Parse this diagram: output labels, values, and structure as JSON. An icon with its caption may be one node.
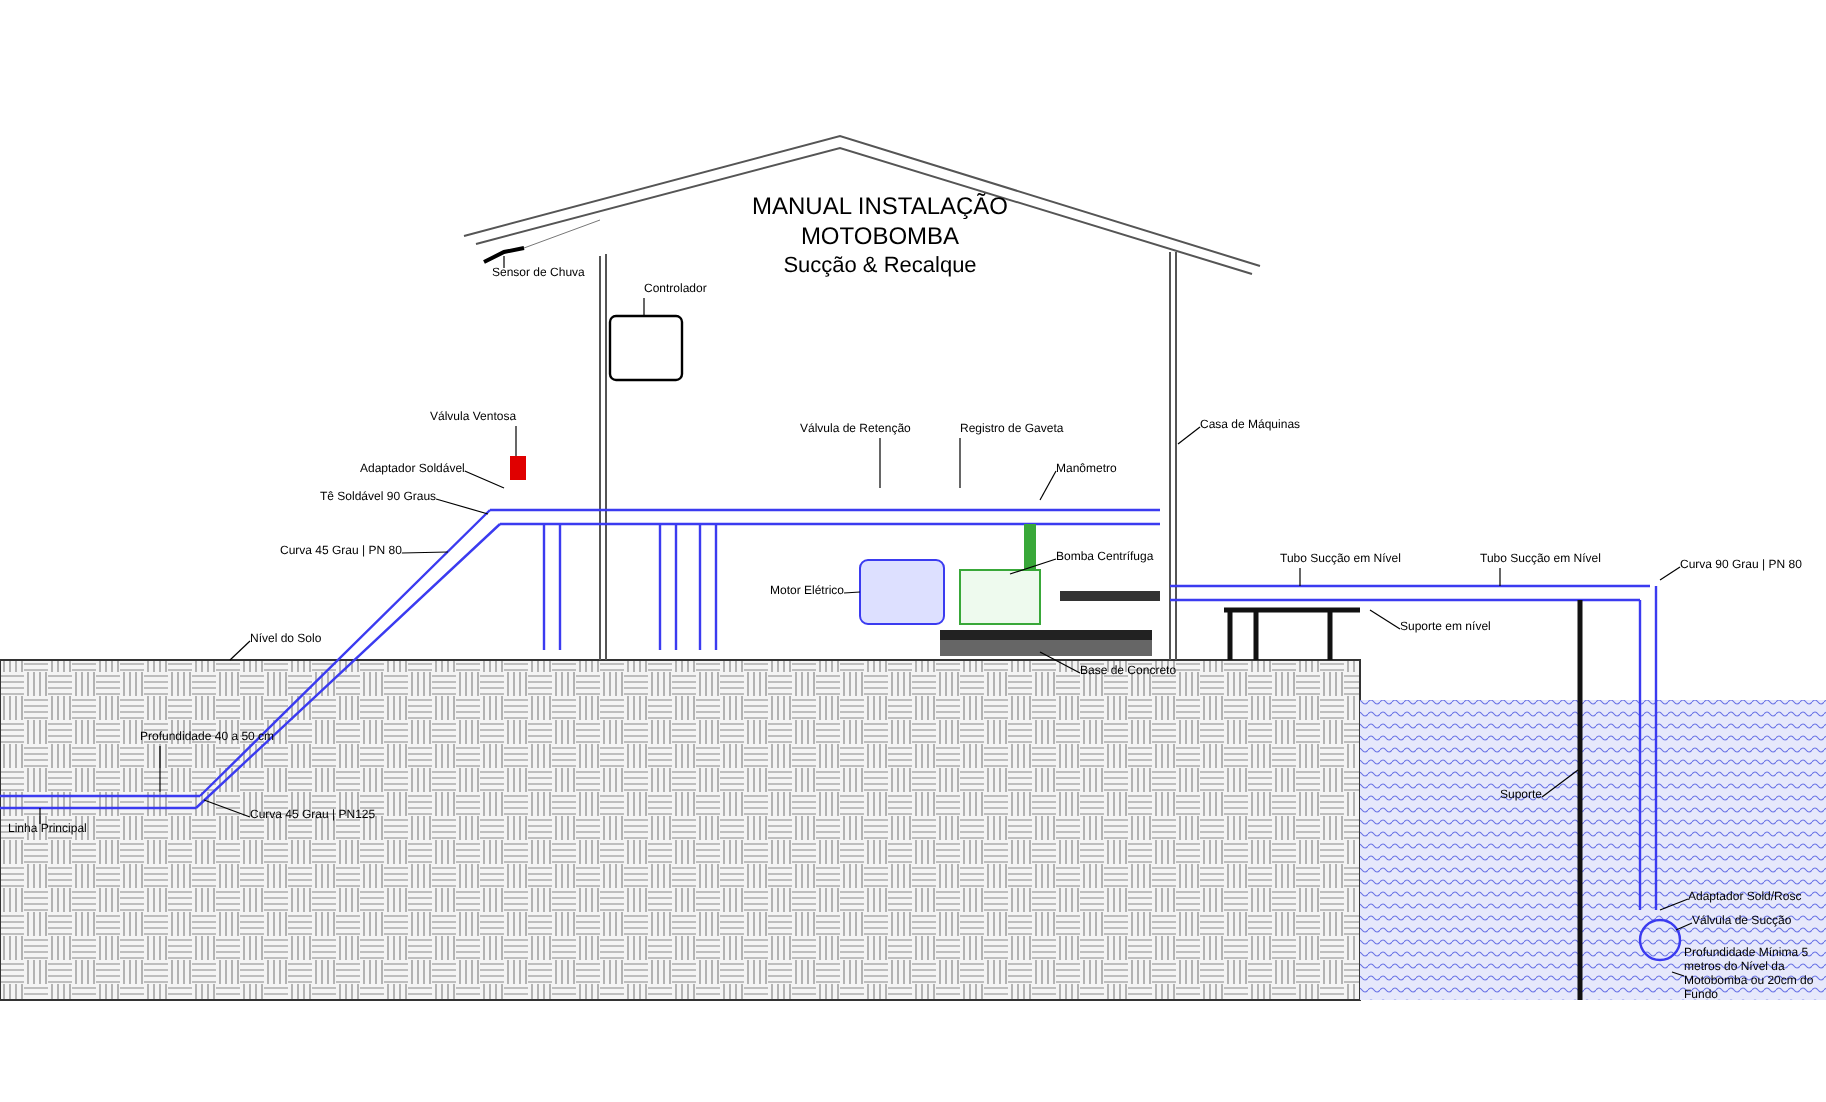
{
  "diagram": {
    "title": "MANUAL INSTALAÇÃO MOTOBOMBA",
    "nodes": [
      {
        "text": [
          "Sensor de Chuva"
        ]
      },
      {
        "text": [
          "Controlador"
        ]
      },
      {
        "text": [
          "Válvula Ventosa"
        ]
      },
      {
        "text": [
          "Adaptador Soldável"
        ]
      },
      {
        "text": [
          "Tê Soldável 90 Graus"
        ]
      },
      {
        "text": [
          "Curva 45 Grau | PN 80"
        ]
      },
      {
        "text": [
          "Válvula de Retenção"
        ]
      },
      {
        "text": [
          "Registro de Gaveta"
        ]
      },
      {
        "text": [
          "Manômetro"
        ]
      },
      {
        "text": [
          "Motor Elétrico"
        ]
      },
      {
        "text": [
          "Bomba Centrífuga"
        ]
      },
      {
        "text": [
          "Base de Concreto"
        ]
      },
      {
        "text": [
          "Casa de Máquinas"
        ]
      },
      {
        "text": [
          "Nível do Solo"
        ]
      },
      {
        "text": [
          "Profundidade 40 a 50 cm"
        ]
      },
      {
        "text": [
          "Linha Principal"
        ]
      },
      {
        "text": [
          "Curva 45 Grau | PN125"
        ]
      },
      {
        "text": [
          "Tubo Sucção em Nível"
        ]
      },
      {
        "text": [
          "Tubo Sucção em Nível"
        ]
      },
      {
        "text": [
          "Suporte em nível"
        ]
      },
      {
        "text": [
          "Curva 90 Grau | PN 80"
        ]
      },
      {
        "text": [
          "Suporte"
        ]
      },
      {
        "text": [
          "Adaptador Sold/Rosc"
        ]
      },
      {
        "text": [
          "Válvula de Sucção"
        ]
      },
      {
        "text": [
          "Profundidade Mínima 5 metros do Nível da Motobomba ou 20cm do Fundo"
        ]
      }
    ],
    "edges": [
      {
        "from": 0,
        "to": null,
        "arrow": "none"
      },
      {
        "from": 1,
        "to": null,
        "arrow": "none"
      },
      {
        "from": 2,
        "to": null,
        "arrow": "none"
      },
      {
        "from": 3,
        "to": null,
        "arrow": "none"
      },
      {
        "from": 4,
        "to": null,
        "arrow": "none"
      },
      {
        "from": 5,
        "to": null,
        "arrow": "none"
      },
      {
        "from": 6,
        "to": null,
        "arrow": "none"
      },
      {
        "from": 7,
        "to": null,
        "arrow": "none"
      },
      {
        "from": 8,
        "to": null,
        "arrow": "none"
      },
      {
        "from": 9,
        "to": null,
        "arrow": "none"
      },
      {
        "from": 10,
        "to": null,
        "arrow": "none"
      },
      {
        "from": 11,
        "to": null,
        "arrow": "none"
      },
      {
        "from": 12,
        "to": null,
        "arrow": "none"
      },
      {
        "from": 13,
        "to": null,
        "arrow": "none"
      },
      {
        "from": 14,
        "to": null,
        "arrow": "none"
      },
      {
        "from": 15,
        "to": null,
        "arrow": "none"
      },
      {
        "from": 16,
        "to": null,
        "arrow": "none"
      },
      {
        "from": 17,
        "to": null,
        "arrow": "none"
      },
      {
        "from": 18,
        "to": null,
        "arrow": "none"
      },
      {
        "from": 19,
        "to": null,
        "arrow": "none"
      },
      {
        "from": 20,
        "to": null,
        "arrow": "none"
      },
      {
        "from": 21,
        "to": null,
        "arrow": "none"
      },
      {
        "from": 22,
        "to": null,
        "arrow": "none"
      },
      {
        "from": 23,
        "to": null,
        "arrow": "none"
      },
      {
        "from": 24,
        "to": null,
        "arrow": "none"
      }
    ],
    "labels": [
      "Sucção & Recalque"
    ]
  }
}
